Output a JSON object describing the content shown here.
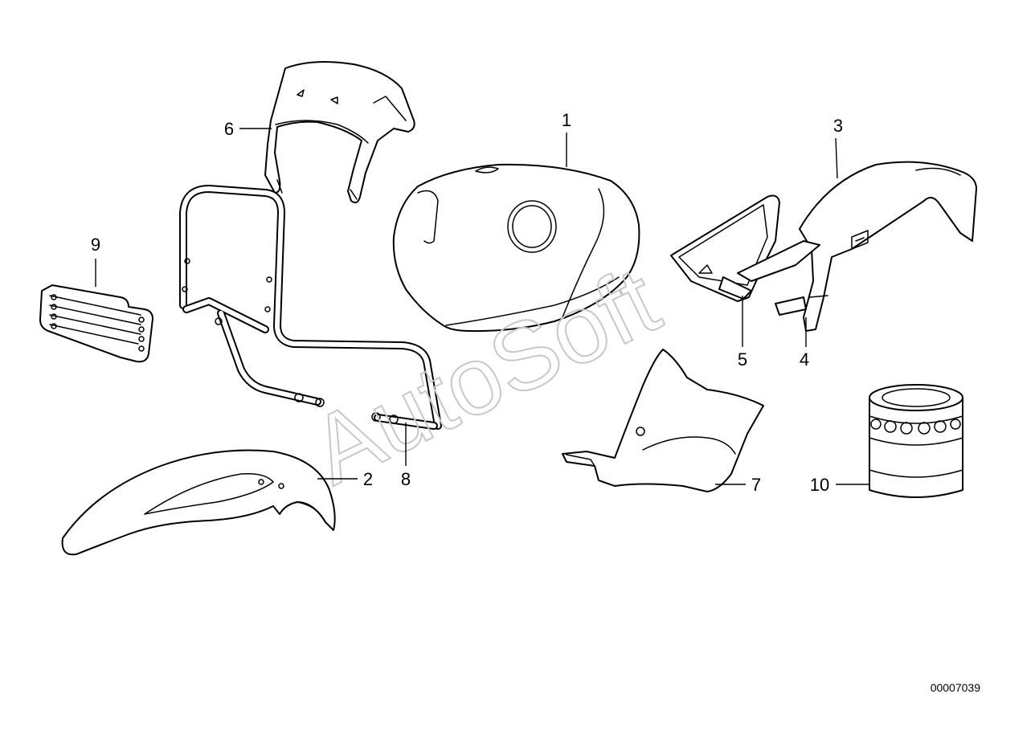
{
  "watermark": "AutoSoft",
  "diagram_id": "00007039",
  "callouts": {
    "c1": "1",
    "c2": "2",
    "c3": "3",
    "c4": "4",
    "c5": "5",
    "c6": "6",
    "c7": "7",
    "c8": "8",
    "c9": "9",
    "c10": "10"
  }
}
